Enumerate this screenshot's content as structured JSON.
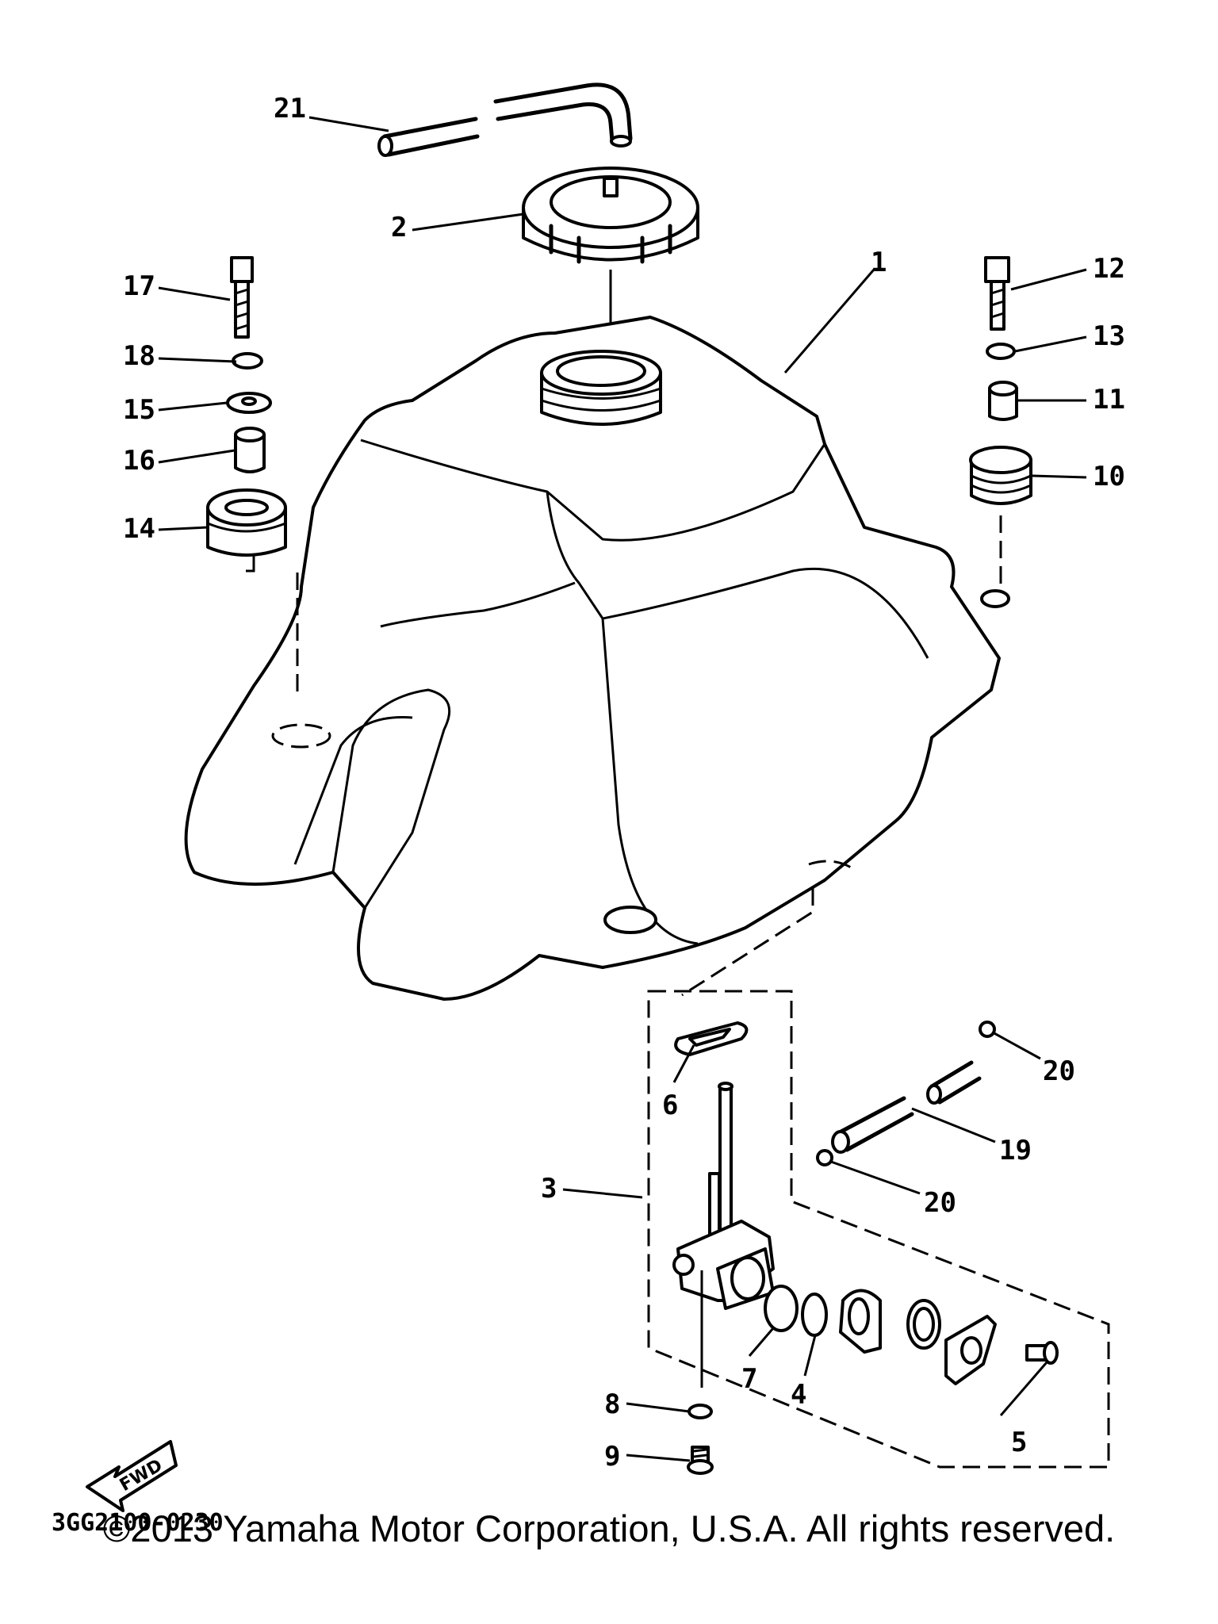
{
  "diagram": {
    "drawing_code": "3GG2100-0230",
    "fwd_label": "FWD",
    "callouts": [
      "1",
      "2",
      "3",
      "4",
      "5",
      "6",
      "7",
      "8",
      "9",
      "10",
      "11",
      "12",
      "13",
      "14",
      "15",
      "16",
      "17",
      "18",
      "19",
      "20",
      "20",
      "21"
    ]
  },
  "footer": {
    "copyright": "©2013 Yamaha Motor Corporation, U.S.A. All rights reserved."
  }
}
